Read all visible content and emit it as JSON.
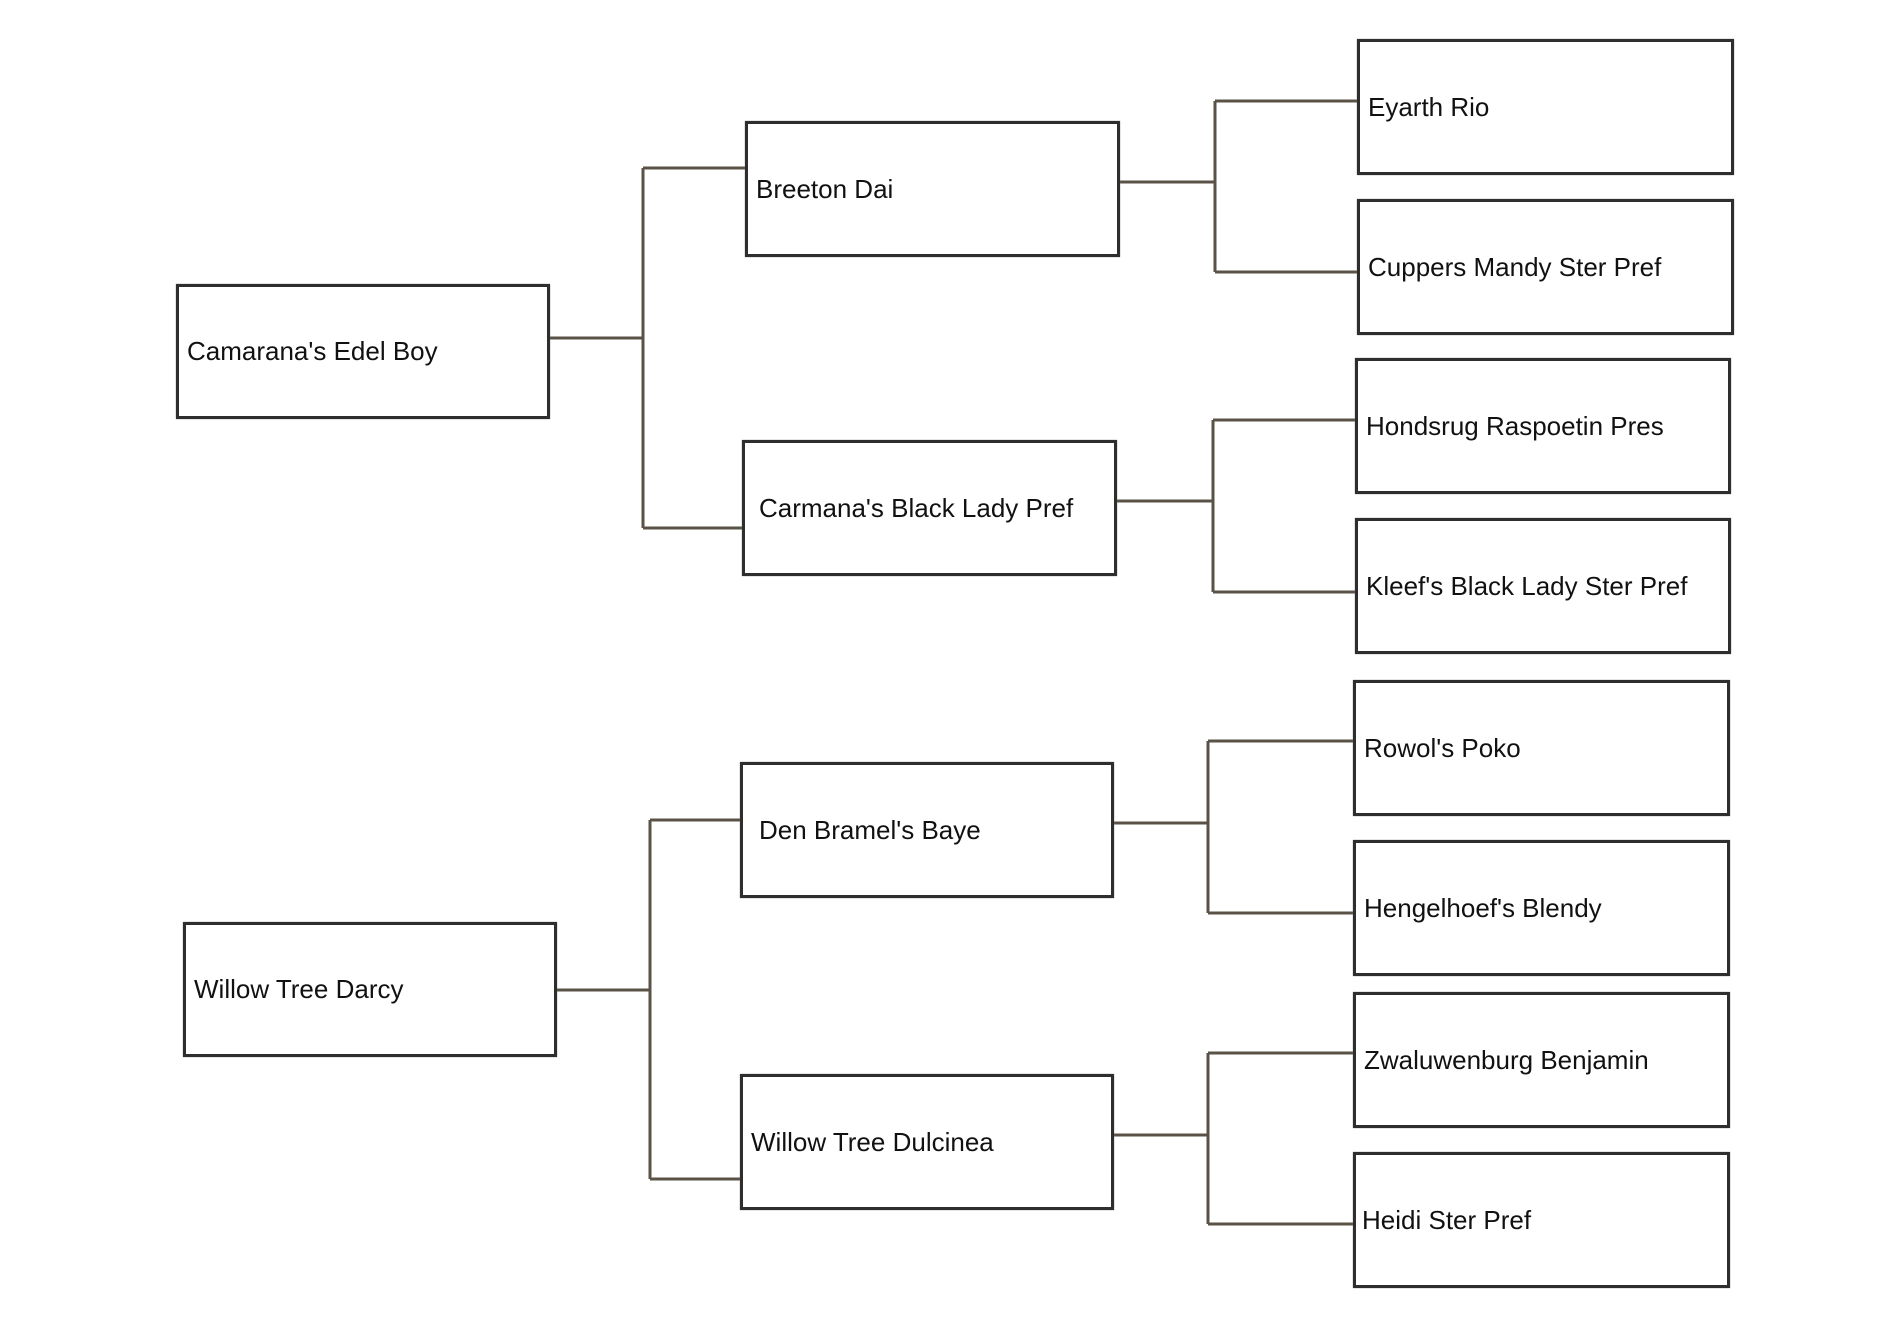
{
  "pedigree": {
    "generation1": [
      {
        "id": "p1",
        "name": "Camarana's Edel Boy"
      },
      {
        "id": "p2",
        "name": "Willow Tree Darcy"
      }
    ],
    "generation2": [
      {
        "id": "p1s",
        "name": "Breeton Dai"
      },
      {
        "id": "p1d",
        "name": "Carmana's Black Lady Pref"
      },
      {
        "id": "p2s",
        "name": "Den Bramel's Baye"
      },
      {
        "id": "p2d",
        "name": "Willow Tree Dulcinea"
      }
    ],
    "generation3": [
      {
        "id": "p1ss",
        "name": "Eyarth Rio"
      },
      {
        "id": "p1sd",
        "name": "Cuppers Mandy Ster Pref"
      },
      {
        "id": "p1ds",
        "name": "Hondsrug Raspoetin Pres"
      },
      {
        "id": "p1dd",
        "name": "Kleef's Black Lady Ster Pref"
      },
      {
        "id": "p2ss",
        "name": "Rowol's Poko"
      },
      {
        "id": "p2sd",
        "name": "Hengelhoef's Blendy"
      },
      {
        "id": "p2ds",
        "name": "Zwaluwenburg Benjamin"
      },
      {
        "id": "p2dd",
        "name": "Heidi Ster Pref"
      }
    ]
  },
  "colors": {
    "box_border": "#2e2e2e",
    "connector": "#5a5246",
    "text": "#111111",
    "background": "#ffffff"
  }
}
